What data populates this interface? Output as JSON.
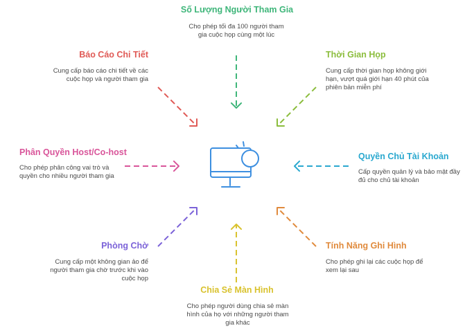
{
  "center_icon": "computer-monitor-icon",
  "features": [
    {
      "key": "participants",
      "title": "Số Lượng Người Tham Gia",
      "desc": "Cho phép tối đa 100 người tham gia cuộc họp cùng một lúc",
      "color": "#3fb67a"
    },
    {
      "key": "duration",
      "title": "Thời Gian Họp",
      "desc": "Cung cấp thời gian họp không giới hạn, vượt quá giới hạn 40 phút của phiên bản miễn phí",
      "color": "#8bbd3c"
    },
    {
      "key": "owner",
      "title": "Quyền Chủ Tài Khoản",
      "desc": "Cấp quyền quản lý và bảo mật đầy đủ cho chủ tài khoản",
      "color": "#29a8cf"
    },
    {
      "key": "recording",
      "title": "Tính Năng Ghi Hình",
      "desc": "Cho phép ghi lại các cuộc họp để xem lại sau",
      "color": "#e08a3c"
    },
    {
      "key": "screenshare",
      "title": "Chia Sẻ Màn Hình",
      "desc": "Cho phép người dùng chia sẻ màn hình của họ với những người tham gia khác",
      "color": "#d9c22e"
    },
    {
      "key": "waiting",
      "title": "Phòng Chờ",
      "desc": "Cung cấp một không gian ảo để người tham gia chờ trước khi vào cuộc họp",
      "color": "#7b62d8"
    },
    {
      "key": "host",
      "title": "Phân Quyền Host/Co-host",
      "desc": "Cho phép phân công vai trò và quyền cho nhiều người tham gia",
      "color": "#d9559a"
    },
    {
      "key": "reports",
      "title": "Báo Cáo Chi Tiết",
      "desc": "Cung cấp báo cáo chi tiết về các cuộc họp và người tham gia",
      "color": "#e05a56"
    }
  ]
}
